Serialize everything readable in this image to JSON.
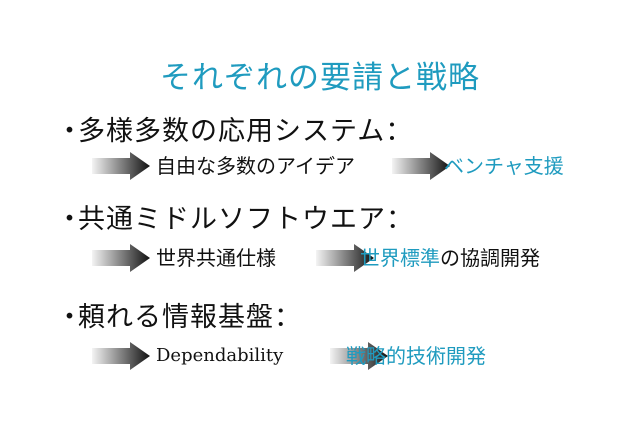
{
  "title": "それぞれの要請と戦略",
  "bullets": [
    {
      "bullet_char": "・",
      "heading": "多様多数の応用システム：",
      "item1": "自由な多数のアイデア",
      "item2": "ベンチャ支援"
    },
    {
      "bullet_char": "・",
      "heading": "共通ミドルソフトウエア：",
      "item1": "世界共通仕様",
      "item2_blue": "世界標準",
      "item2_rest": "の協調開発"
    },
    {
      "bullet_char": "・",
      "heading": "頼れる情報基盤：",
      "item1": "Dependability",
      "item2": "戦略的技術開発"
    }
  ],
  "colors": {
    "accent": "#1f9bbf",
    "text": "#111111"
  }
}
